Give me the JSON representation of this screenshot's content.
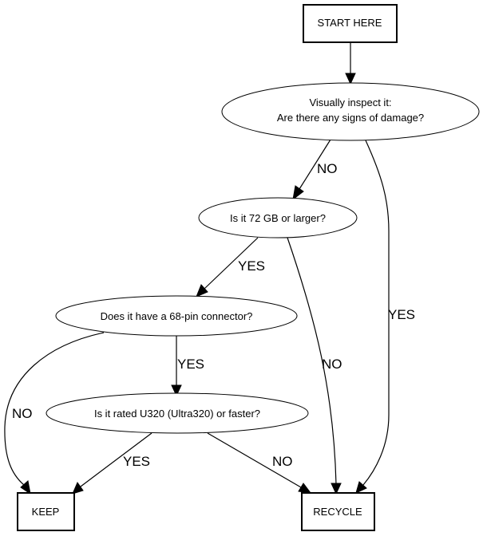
{
  "nodes": {
    "start": "START HERE",
    "inspect_line1": "Visually inspect it:",
    "inspect_line2": "Are there any signs of damage?",
    "size": "Is it 72 GB or larger?",
    "connector": "Does it have a 68-pin connector?",
    "speed": "Is it rated U320 (Ultra320) or faster?",
    "keep": "KEEP",
    "recycle": "RECYCLE"
  },
  "edges": {
    "inspect_to_size": "NO",
    "inspect_to_recycle": "YES",
    "size_to_connector": "YES",
    "size_to_recycle": "NO",
    "connector_to_speed": "YES",
    "connector_to_keep": "NO",
    "speed_to_keep": "YES",
    "speed_to_recycle": "NO"
  }
}
